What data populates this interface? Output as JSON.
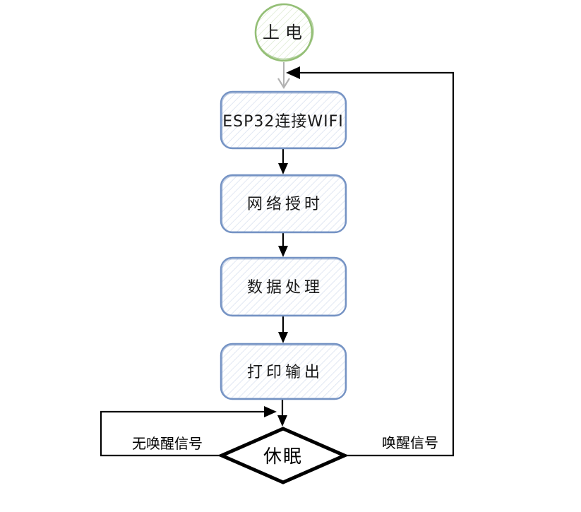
{
  "page": {
    "background": "#ffffff"
  },
  "flowchart": {
    "nodes": {
      "start": {
        "label": "上电",
        "shape": "circle"
      },
      "connect_wifi": {
        "label": "ESP32连接WIFI",
        "shape": "process"
      },
      "network_time": {
        "label": "网络授时",
        "shape": "process"
      },
      "data_processing": {
        "label": "数据处理",
        "shape": "process"
      },
      "print_output": {
        "label": "打印输出",
        "shape": "process"
      },
      "sleep": {
        "label": "休眠",
        "shape": "decision"
      }
    },
    "edge_labels": {
      "no_wake": "无唤醒信号",
      "wake": "唤醒信号"
    },
    "colors": {
      "process_border": "#7593c4",
      "process_hatch": "#d7e0ef",
      "start_border": "#94bf76",
      "start_hatch": "#dcead0",
      "connector": "#000000",
      "start_connector": "#b3b3b3",
      "decision_border": "#000000",
      "text": "#1a1a1a"
    }
  }
}
